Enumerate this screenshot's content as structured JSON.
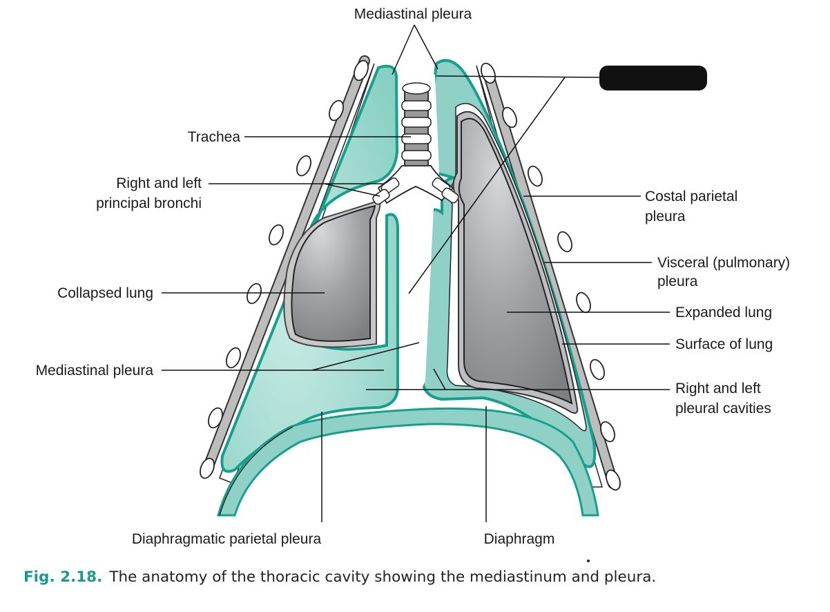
{
  "labels": {
    "mediastinal_pleura_top": "Mediastinal pleura",
    "trachea": "Trachea",
    "bronchi_line1": "Right and left",
    "bronchi_line2": "principal bronchi",
    "collapsed_lung": "Collapsed lung",
    "mediastinal_pleura_left": "Mediastinal pleura",
    "costal_line1": "Costal parietal",
    "costal_line2": "pleura",
    "visceral_line1": "Visceral (pulmonary)",
    "visceral_line2": "pleura",
    "expanded_lung": "Expanded lung",
    "surface_of_lung": "Surface of lung",
    "cavities_line1": "Right and left",
    "cavities_line2": "pleural cavities",
    "diaphragmatic_pleura": "Diaphragmatic parietal pleura",
    "diaphragm": "Diaphragm"
  },
  "caption": {
    "figure_number": "Fig. 2.18.",
    "text": "The anatomy of the thoracic cavity showing the mediastinum and pleura."
  },
  "colors": {
    "pleura_teal": "#16a08c",
    "pleura_fill": "#8fd1c6",
    "lung_gray": "#8f9094",
    "caption_accent": "#1a9a8c",
    "redaction": "#111111"
  }
}
